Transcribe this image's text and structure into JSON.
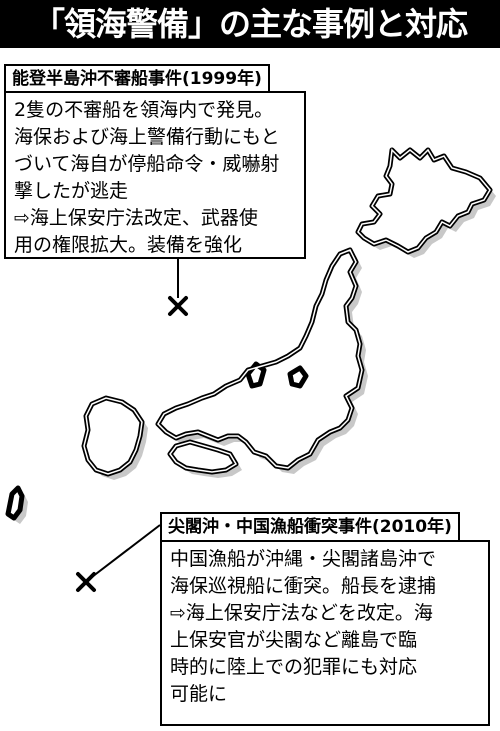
{
  "title": "「領海警備」の主な事例と対応",
  "colors": {
    "title_bg": "#000000",
    "title_text": "#ffffff",
    "land_fill": "#ffffff",
    "land_outline": "#000000",
    "land_shadow": "#c8c8c8"
  },
  "incidents": [
    {
      "label": "能登半島沖不審船事件(1999年)",
      "lines": [
        "2隻の不審船を領海内で発見。",
        "海保および海上警備行動にもと",
        "づいて海自が停船命令・威嚇射",
        "撃したが逃走",
        "⇨海上保安庁法改定、武器使",
        "用の権限拡大。装備を強化"
      ],
      "marker": "x-mark-icon"
    },
    {
      "label": "尖閣沖・中国漁船衝突事件(2010年)",
      "lines": [
        "中国漁船が沖縄・尖閣諸島沖で",
        "海保巡視船に衝突。船長を逮捕",
        "⇨海上保安庁法などを改定。海",
        "上保安官が尖閣など離島で臨",
        "時的に陸上での犯罪にも対応",
        "可能に"
      ],
      "marker": "x-mark-icon"
    }
  ]
}
